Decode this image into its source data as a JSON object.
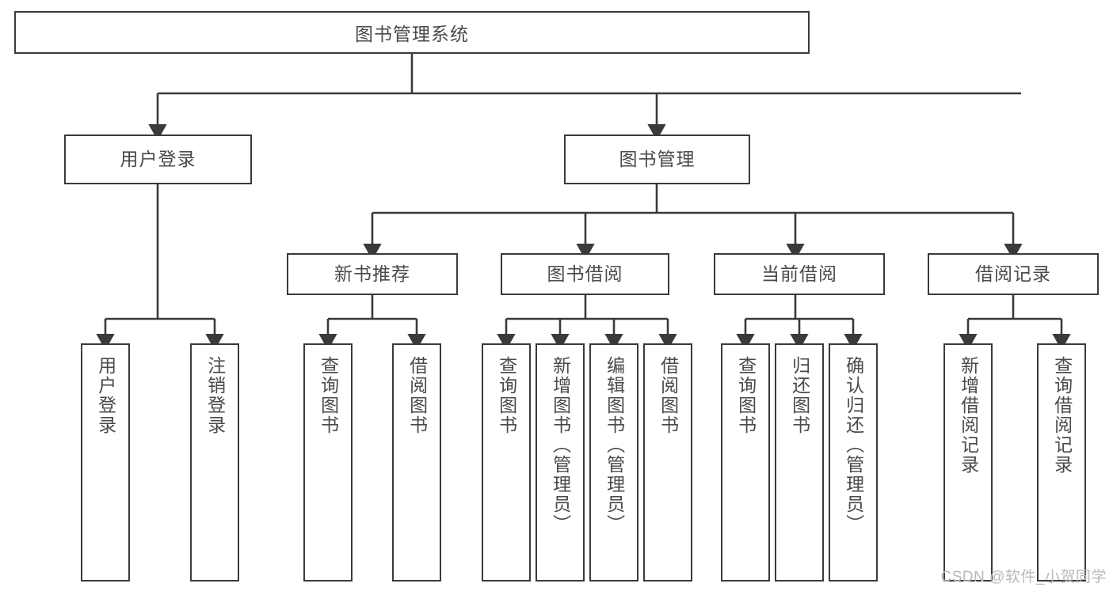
{
  "diagram": {
    "title": "图书管理系统",
    "type": "hierarchy-tree",
    "colors": {
      "border": "#3a3a3a",
      "text": "#4a4a4a",
      "background": "#ffffff",
      "connector": "#3a3a3a",
      "watermark": "#b9b9b9"
    },
    "watermark": "CSDN @软件_小贺同学"
  },
  "nodes": {
    "root": {
      "label": "图书管理系统"
    },
    "level2": [
      {
        "id": "user-login",
        "label": "用户登录"
      },
      {
        "id": "book-management",
        "label": "图书管理"
      }
    ],
    "level3": [
      {
        "id": "new-book-recommend",
        "label": "新书推荐"
      },
      {
        "id": "book-borrow",
        "label": "图书借阅"
      },
      {
        "id": "current-borrow",
        "label": "当前借阅"
      },
      {
        "id": "borrow-record",
        "label": "借阅记录"
      }
    ],
    "leaves": {
      "user-login": [
        {
          "id": "leaf-user-login",
          "label": "用户登录"
        },
        {
          "id": "leaf-logout-login",
          "label": "注销登录"
        }
      ],
      "new-book-recommend": [
        {
          "id": "leaf-query-book-1",
          "label": "查询图书"
        },
        {
          "id": "leaf-borrow-book-1",
          "label": "借阅图书"
        }
      ],
      "book-borrow": [
        {
          "id": "leaf-query-book-2",
          "label": "查询图书"
        },
        {
          "id": "leaf-add-book",
          "label": "新增图书（管理员）"
        },
        {
          "id": "leaf-edit-book",
          "label": "编辑图书（管理员）"
        },
        {
          "id": "leaf-borrow-book-2",
          "label": "借阅图书"
        }
      ],
      "current-borrow": [
        {
          "id": "leaf-query-book-3",
          "label": "查询图书"
        },
        {
          "id": "leaf-return-book",
          "label": "归还图书"
        },
        {
          "id": "leaf-confirm-return",
          "label": "确认归还（管理员）"
        }
      ],
      "borrow-record": [
        {
          "id": "leaf-add-record",
          "label": "新增借阅记录"
        },
        {
          "id": "leaf-query-record",
          "label": "查询借阅记录"
        }
      ]
    }
  }
}
